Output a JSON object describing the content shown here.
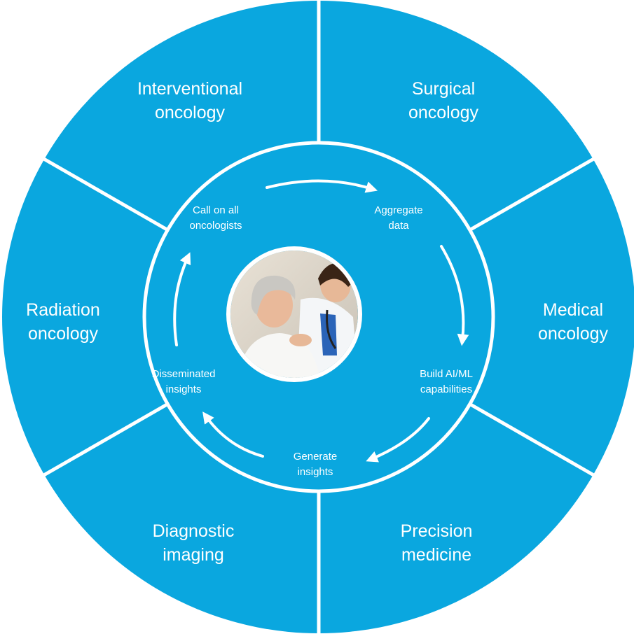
{
  "colors": {
    "segment_fill": "#0aa7df",
    "divider": "#ffffff",
    "text": "#ffffff"
  },
  "outer_segments": [
    {
      "line1": "Interventional",
      "line2": "oncology"
    },
    {
      "line1": "Surgical",
      "line2": "oncology"
    },
    {
      "line1": "Medical",
      "line2": "oncology"
    },
    {
      "line1": "Precision",
      "line2": "medicine"
    },
    {
      "line1": "Diagnostic",
      "line2": "imaging"
    },
    {
      "line1": "Radiation",
      "line2": "oncology"
    }
  ],
  "cycle_steps": [
    {
      "line1": "Call on all",
      "line2": "oncologists"
    },
    {
      "line1": "Aggregate",
      "line2": "data"
    },
    {
      "line1": "Build AI/ML",
      "line2": "capabilities"
    },
    {
      "line1": "Generate",
      "line2": "insights"
    },
    {
      "line1": "Disseminated",
      "line2": "insights"
    }
  ],
  "center_image": {
    "icon": "patient-and-doctor-photo"
  }
}
